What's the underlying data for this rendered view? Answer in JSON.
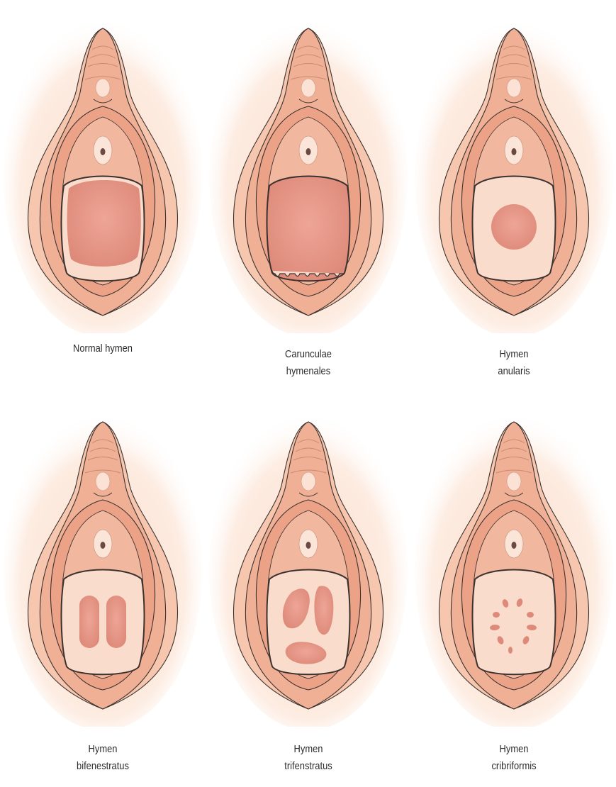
{
  "colors": {
    "skin_outer": "#f6c7ae",
    "skin_mid": "#f0b096",
    "skin_inner": "#eba286",
    "vestibule": "#f9dccb",
    "opening": "#de8a7a",
    "outline": "#3b3230",
    "urethra": "#6a4a42",
    "glow": "#fbd9c4"
  },
  "panels": [
    {
      "name": "normal",
      "type": "normal",
      "caption": [
        "Normal hymen"
      ]
    },
    {
      "name": "carunculae",
      "type": "carunculae",
      "caption": [
        "Carunculae",
        "hymenales"
      ]
    },
    {
      "name": "anularis",
      "type": "anularis",
      "caption": [
        "Hymen",
        "anularis"
      ]
    },
    {
      "name": "bifenestratus",
      "type": "bifenestratus",
      "caption": [
        "Hymen",
        "bifenestratus"
      ]
    },
    {
      "name": "trifenstratus",
      "type": "trifenstratus",
      "caption": [
        "Hymen",
        "trifenstratus"
      ]
    },
    {
      "name": "cribriformis",
      "type": "cribriformis",
      "caption": [
        "Hymen",
        "cribriformis"
      ]
    }
  ]
}
